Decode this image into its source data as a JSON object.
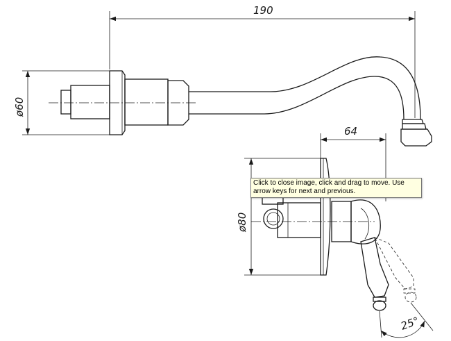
{
  "tooltip": {
    "text": "Click to close image, click and drag to move. Use arrow keys for next and previous."
  },
  "drawing": {
    "dimensions": {
      "spout_length": "190",
      "escutcheon_offset": "64",
      "wall_diameter": "ø60",
      "flange_diameter": "ø80",
      "handle_angle": "25°"
    }
  },
  "colors": {
    "line": "#1a1a1a",
    "tooltip_background": "#ffffe1",
    "tooltip_border": "#767676"
  }
}
